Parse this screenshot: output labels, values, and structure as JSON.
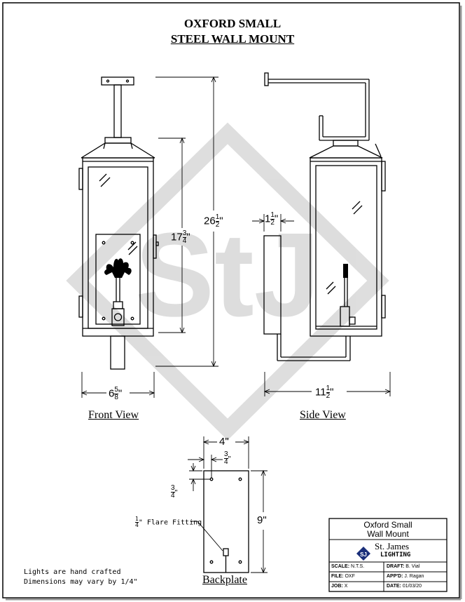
{
  "title": {
    "line1": "OXFORD SMALL",
    "line2": "STEEL WALL MOUNT"
  },
  "views": {
    "front": "Front View",
    "side": "Side View",
    "backplate": "Backplate"
  },
  "dimensions": {
    "overall_height": {
      "whole": "26",
      "num": "1",
      "den": "2",
      "unit": "\""
    },
    "body_height": {
      "whole": "17",
      "num": "3",
      "den": "4",
      "unit": "\""
    },
    "front_width": {
      "whole": "6",
      "num": "5",
      "den": "8",
      "unit": "\""
    },
    "side_depth": {
      "whole": "11",
      "num": "1",
      "den": "2",
      "unit": "\""
    },
    "backplate_offset": {
      "whole": "1",
      "num": "1",
      "den": "2",
      "unit": "\""
    },
    "backplate_width": "4\"",
    "backplate_height": "9\"",
    "hole_inset_top": {
      "num": "3",
      "den": "4",
      "unit": "\""
    },
    "hole_inset_side": {
      "num": "3",
      "den": "4",
      "unit": "\""
    },
    "flare_fitting": {
      "num": "1",
      "den": "4",
      "text": "\" Flare Fitting"
    }
  },
  "notes": {
    "line1": "Lights are hand crafted",
    "line2": "Dimensions may vary by 1/4\""
  },
  "title_block": {
    "name_line1": "Oxford Small",
    "name_line2": "Wall Mount",
    "company": "St. James",
    "company_sub": "LIGHTING",
    "scale_label": "SCALE:",
    "scale_value": "N.T.S.",
    "draft_label": "DRAFT:",
    "draft_value": "B. Vial",
    "file_label": "FILE:",
    "file_value": "OXF",
    "appd_label": "APP'D:",
    "appd_value": "J. Ragan",
    "job_label": "JOB:",
    "job_value": "X",
    "date_label": "DATE:",
    "date_value": "01/03/20"
  },
  "watermark": "StJ"
}
